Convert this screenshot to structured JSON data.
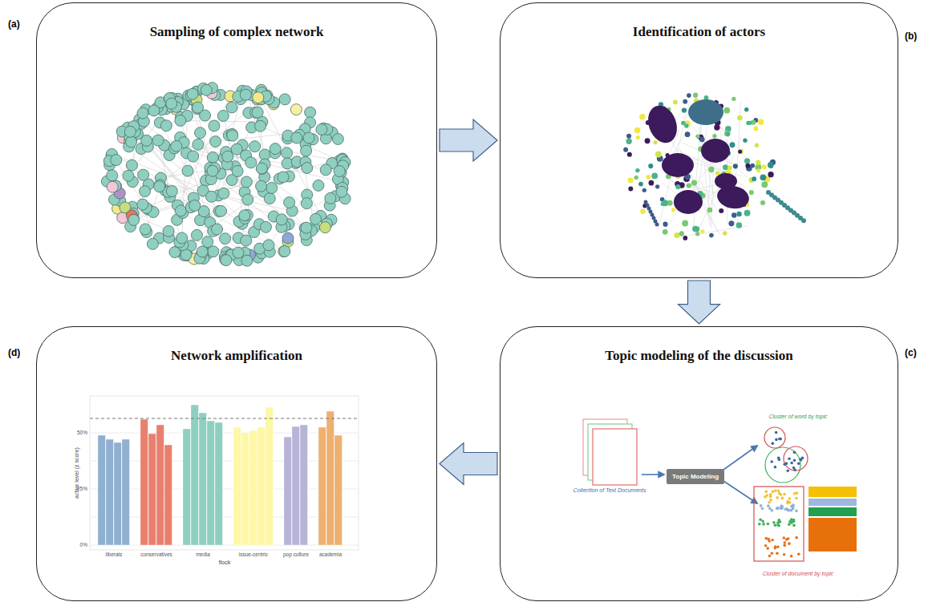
{
  "diagram": {
    "nodes": [
      {
        "text": [
          "Sampling of complex network"
        ]
      },
      {
        "text": [
          "Identification of actors"
        ]
      },
      {
        "text": [
          "Network amplification"
        ]
      },
      {
        "text": [
          "Topic modeling of the discussion"
        ]
      },
      {
        "text": [
          "Topic Modeling"
        ],
        "in": 3
      }
    ],
    "edges": [
      {
        "from": 0,
        "to": 1,
        "arrow": "to"
      },
      {
        "from": 1,
        "to": 3,
        "arrow": "to"
      },
      {
        "from": 3,
        "to": 2,
        "arrow": "to"
      }
    ],
    "labels": [
      "(a)",
      "(b)",
      "(c)",
      "(d)",
      "Collection of Text Documents",
      "Cluster of word by topic",
      "Cluster of document by topic",
      "active level (z score)",
      "flock",
      "0%",
      "25%",
      "50%",
      "liberals",
      "conservatives",
      "media",
      "issue-centric",
      "pop culture",
      "academia"
    ]
  }
}
